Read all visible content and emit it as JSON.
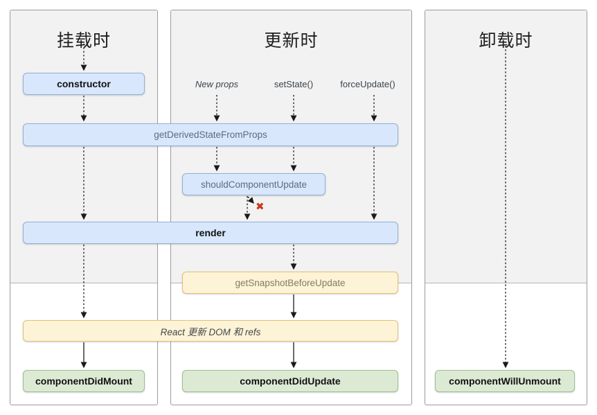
{
  "diagram": {
    "columns": [
      {
        "title": "挂载时"
      },
      {
        "title": "更新时"
      },
      {
        "title": "卸载时"
      }
    ],
    "triggers": {
      "new_props": "New props",
      "set_state": "setState()",
      "force_update": "forceUpdate()"
    },
    "nodes": {
      "constructor": "constructor",
      "get_derived_state_from_props": "getDerivedStateFromProps",
      "should_component_update": "shouldComponentUpdate",
      "render": "render",
      "get_snapshot_before_update": "getSnapshotBeforeUpdate",
      "react_updates_dom": "React 更新 DOM 和 refs",
      "component_did_mount": "componentDidMount",
      "component_did_update": "componentDidUpdate",
      "component_will_unmount": "componentWillUnmount"
    },
    "icons": {
      "cancel_x": "✖"
    },
    "colors": {
      "box_blue": "#d8e7fc",
      "box_blue_border": "#92b0d8",
      "box_yellow": "#fdf3d6",
      "box_yellow_border": "#e2c178",
      "box_green": "#dcead3",
      "box_green_border": "#9dbe92",
      "phase_gray": "#f2f2f2",
      "cancel_red": "#c5391f"
    }
  }
}
